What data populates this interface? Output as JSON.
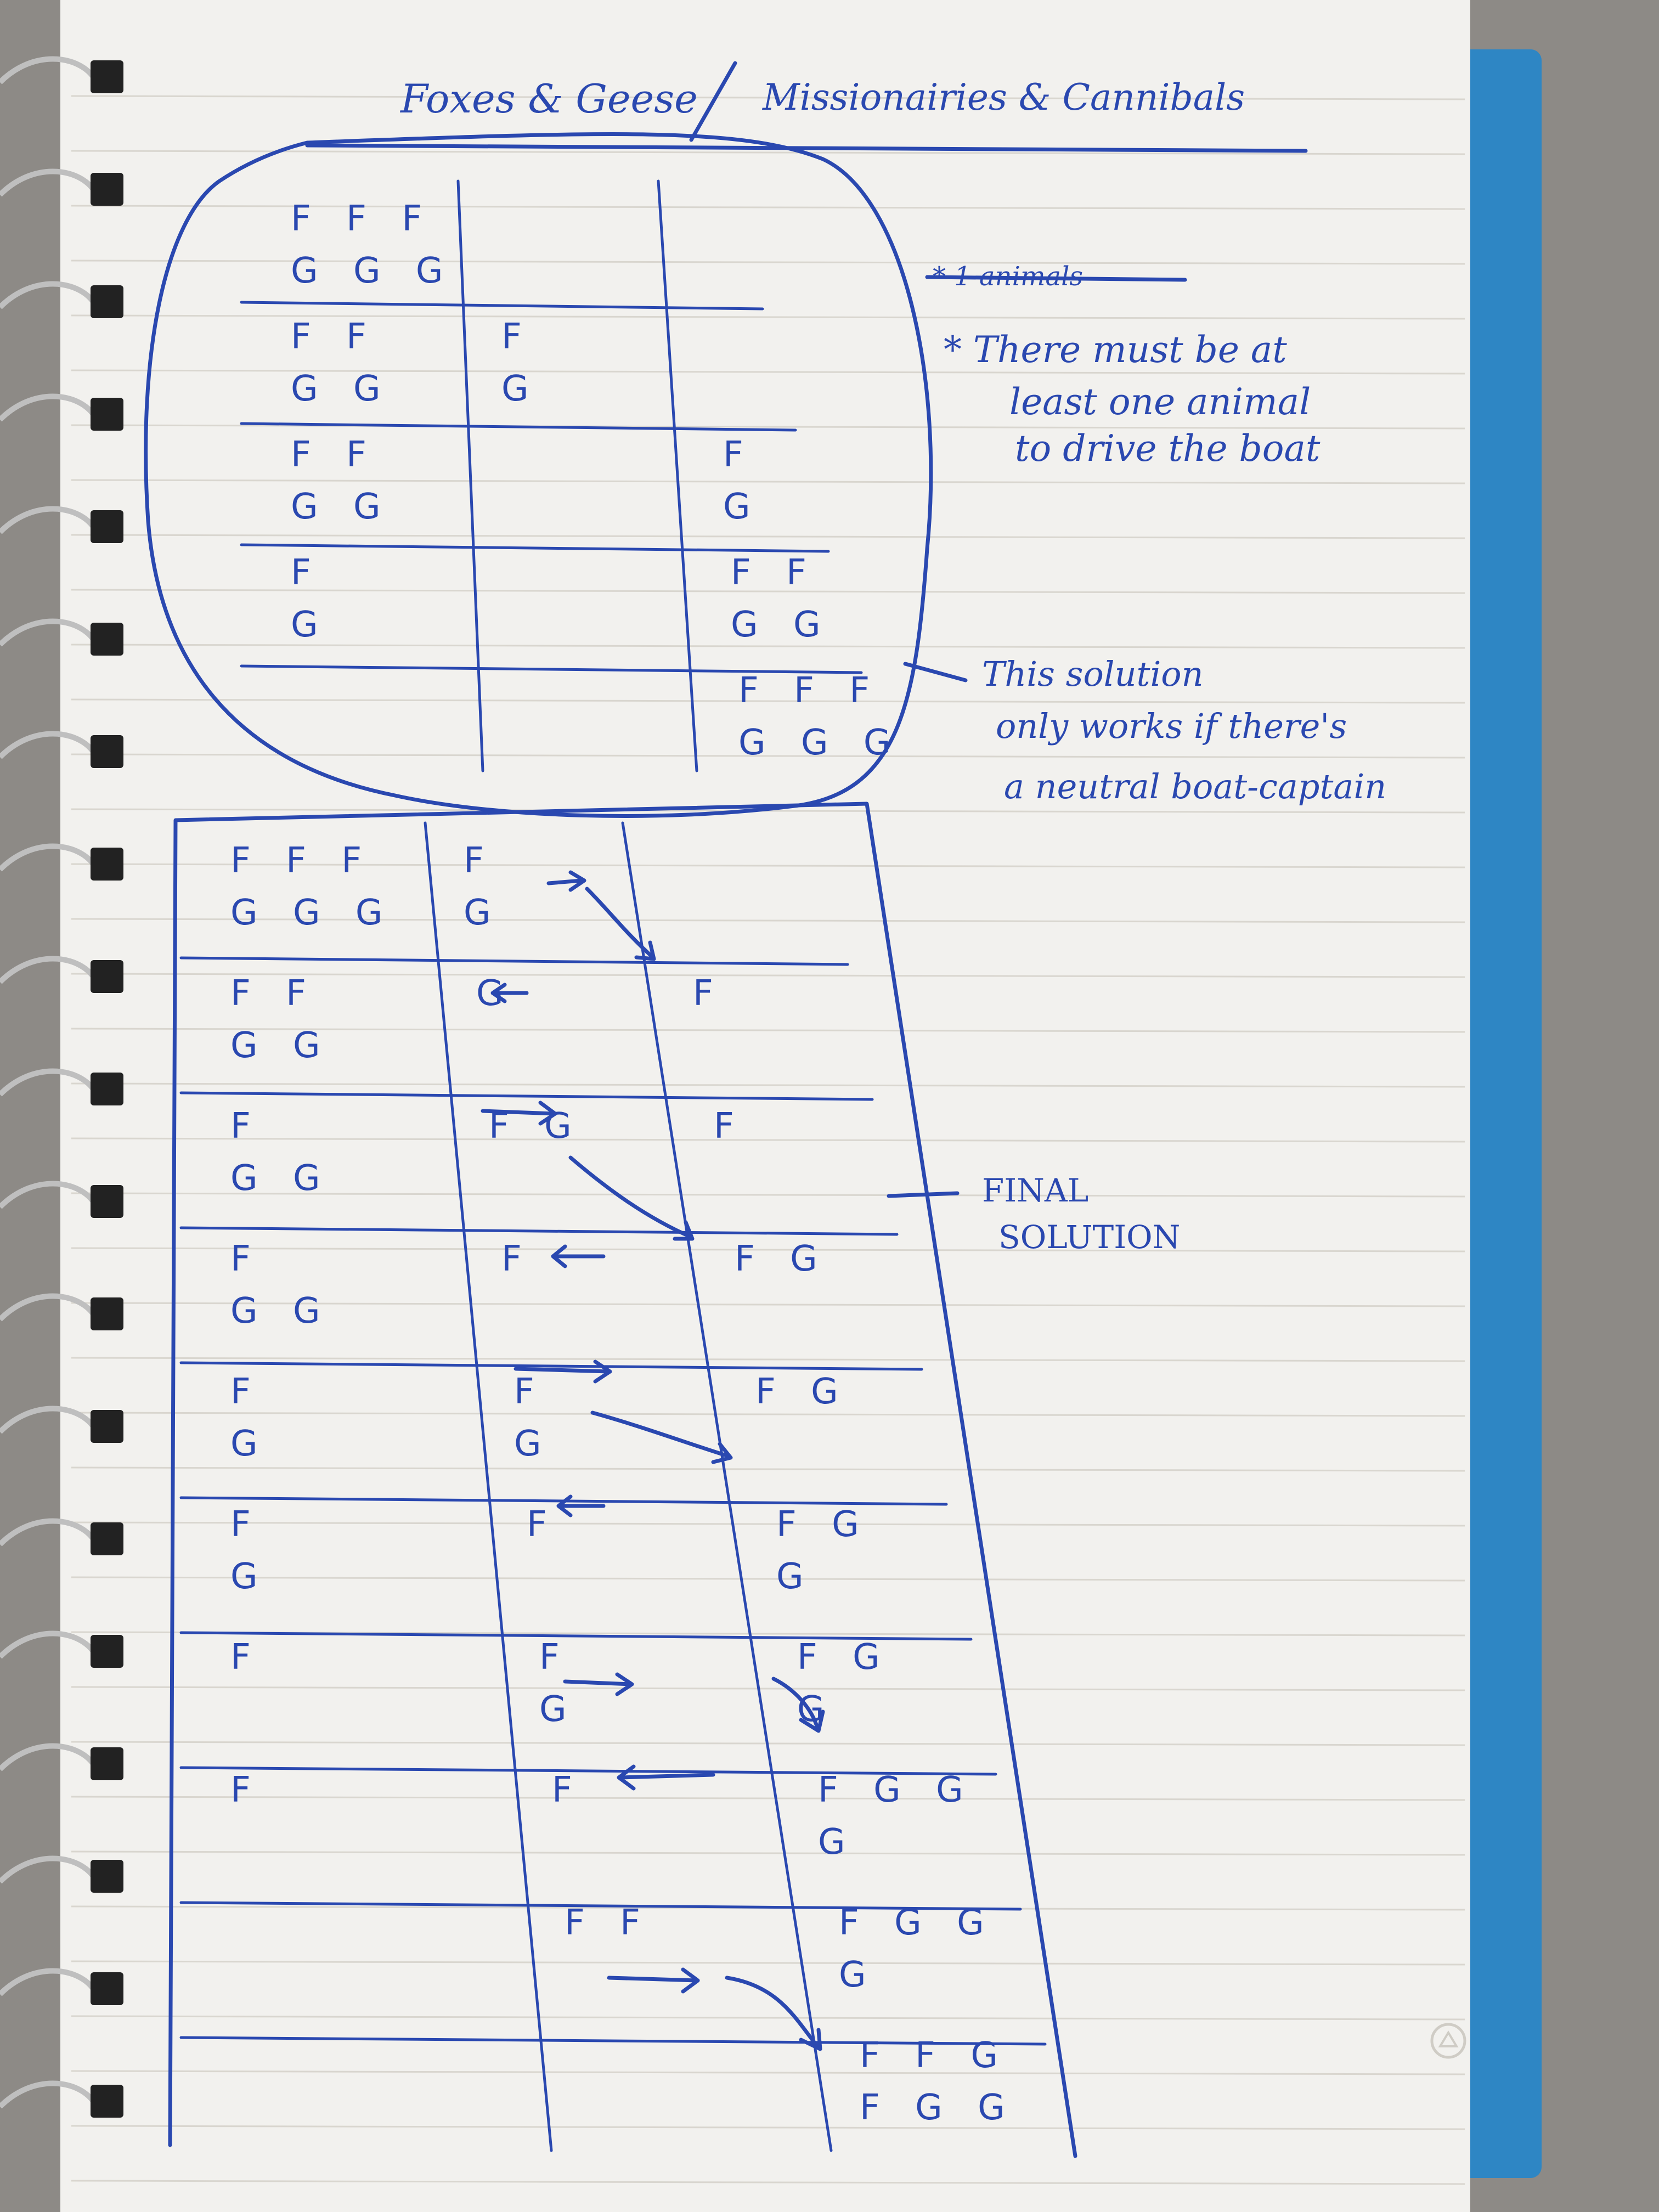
{
  "header": {
    "left_title": "Foxes & Geese",
    "right_title": "Missionairies & Cannibals"
  },
  "notes": {
    "struck_text": "* 1 animals",
    "rule_lines": [
      "* There must be at",
      "least one animal",
      "to drive the boat"
    ],
    "solution_note_lines": [
      "This solution",
      "only works if there's",
      "a neutral boat-captain"
    ],
    "final_label_lines": [
      "FINAL",
      "SOLUTION"
    ]
  },
  "first_solution": {
    "rows": [
      {
        "left": [
          "F F F",
          "G G G"
        ],
        "mid": [],
        "right": []
      },
      {
        "left": [
          "F F",
          "G G"
        ],
        "mid": [
          "F",
          "G"
        ],
        "right": []
      },
      {
        "left": [
          "F F",
          "G G"
        ],
        "mid": [],
        "right": [
          "F",
          "G"
        ]
      },
      {
        "left": [
          "F",
          "G"
        ],
        "mid": [],
        "right": [
          "F F",
          "G G"
        ]
      },
      {
        "left": [],
        "mid": [],
        "right": [
          "F F F",
          "G G G"
        ]
      }
    ]
  },
  "final_solution": {
    "rows": [
      {
        "left": [
          "F F F",
          "G G G"
        ],
        "mid": [
          "F",
          "G"
        ],
        "right": []
      },
      {
        "left": [
          "F F",
          "G G"
        ],
        "mid": [
          "G"
        ],
        "right": [
          "F"
        ]
      },
      {
        "left": [
          "F",
          "G G"
        ],
        "mid": [
          "F G"
        ],
        "right": [
          "F"
        ]
      },
      {
        "left": [
          "F",
          "G G"
        ],
        "mid": [
          "F"
        ],
        "right": [
          "F G"
        ]
      },
      {
        "left": [
          "F",
          "G"
        ],
        "mid": [
          "F",
          "G"
        ],
        "right": [
          "F G"
        ]
      },
      {
        "left": [
          "F",
          "G"
        ],
        "mid": [
          "F"
        ],
        "right": [
          "F G",
          "G"
        ]
      },
      {
        "left": [
          "F"
        ],
        "mid": [
          "F",
          "G"
        ],
        "right": [
          "F G",
          "G"
        ]
      },
      {
        "left": [
          "F"
        ],
        "mid": [
          "F"
        ],
        "right": [
          "F G G",
          "G"
        ]
      },
      {
        "left": [],
        "mid": [
          "F F"
        ],
        "right": [
          "F G G",
          "G"
        ]
      },
      {
        "left": [],
        "mid": [],
        "right": [
          "F F G",
          "F G G"
        ]
      }
    ]
  },
  "colors": {
    "ink": "#2a48b0",
    "paper": "#f2f1ee",
    "cover": "#2e86c4",
    "binding": "#222222"
  },
  "icons": {
    "spiral": "spiral-binding-icon",
    "recycle": "recycle-icon"
  }
}
